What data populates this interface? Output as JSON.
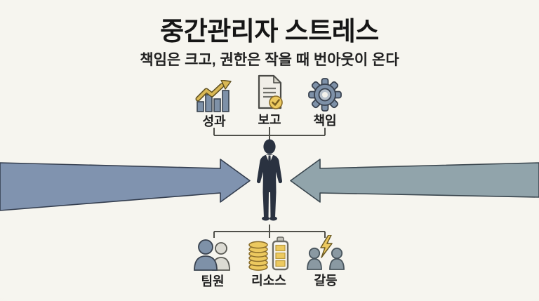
{
  "title": "중간관리자 스트레스",
  "subtitle": "책임은 크고, 권한은 작을 때 번아웃이 온다",
  "center_figure": "middle-manager-silhouette",
  "top_factors": [
    {
      "label": "성과",
      "icon": "bar-chart-growth-icon"
    },
    {
      "label": "보고",
      "icon": "document-check-icon"
    },
    {
      "label": "책임",
      "icon": "gear-icon"
    }
  ],
  "bottom_factors": [
    {
      "label": "팀원",
      "icon": "team-members-icon"
    },
    {
      "label": "리소스",
      "icon": "coins-battery-icon"
    },
    {
      "label": "갈등",
      "icon": "conflict-lightning-icon"
    }
  ],
  "arrows": {
    "left": "pressure-arrow-pointing-right",
    "right": "pressure-arrow-pointing-left"
  },
  "colors": {
    "background": "#f4f2ec",
    "text": "#1c1c1c",
    "arrow_left_fill": "#8093af",
    "arrow_left_stroke": "#333d4e",
    "arrow_right_fill": "#91a4ab",
    "arrow_right_stroke": "#3a464e",
    "figure": "#2a3240",
    "icon_blue": "#7e91a8",
    "icon_gold": "#ecc95f",
    "icon_gray": "#8a99a2",
    "icon_light_gray": "#dcdbd3",
    "connector": "#50504a"
  }
}
